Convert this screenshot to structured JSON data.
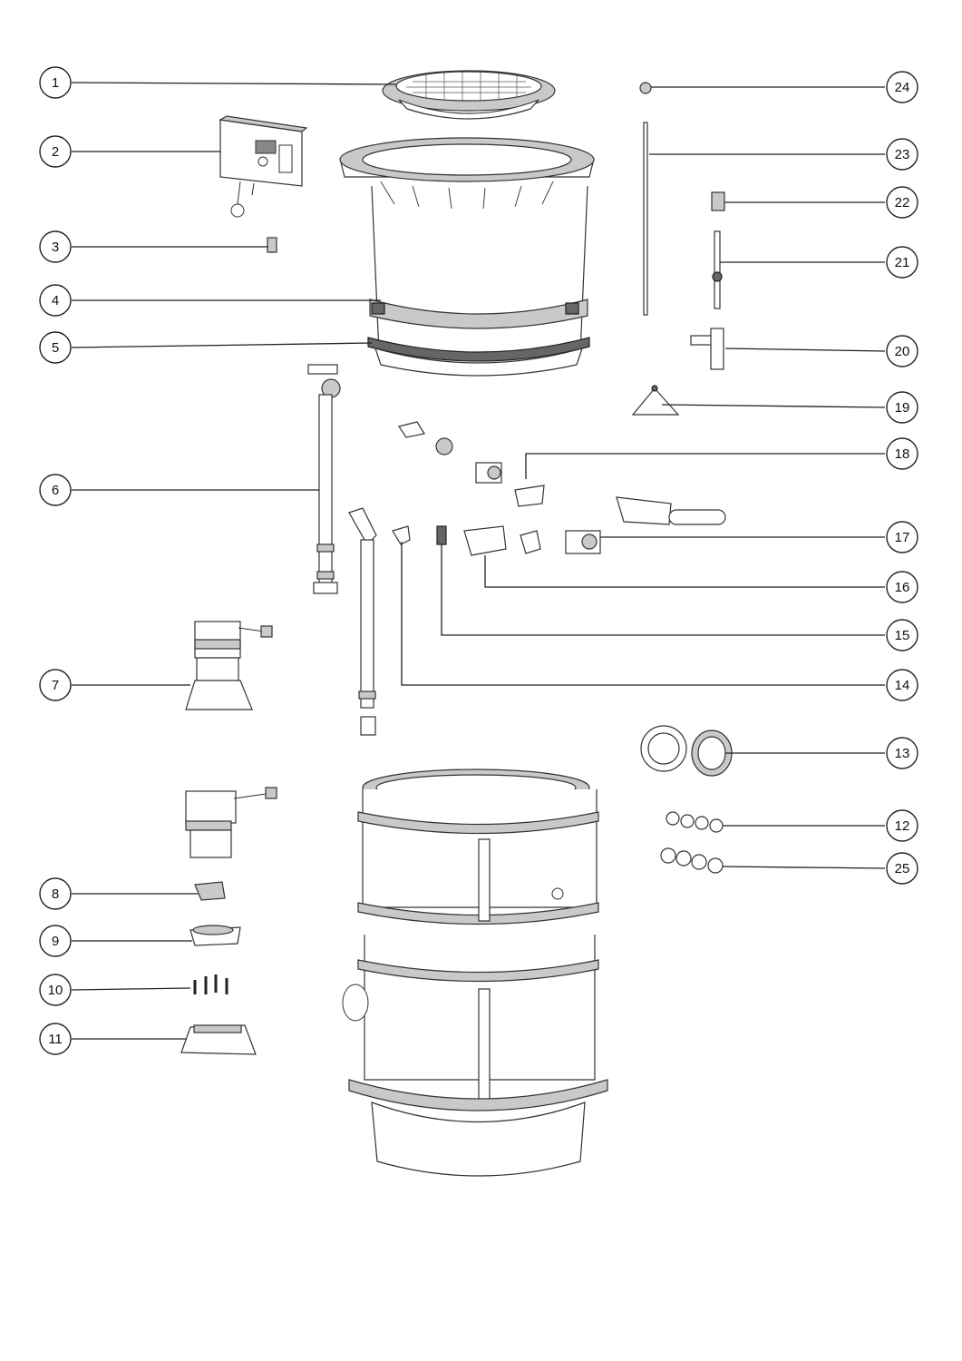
{
  "callouts": [
    {
      "num": "1"
    },
    {
      "num": "2"
    },
    {
      "num": "3"
    },
    {
      "num": "4"
    },
    {
      "num": "5"
    },
    {
      "num": "6"
    },
    {
      "num": "7"
    },
    {
      "num": "8"
    },
    {
      "num": "9"
    },
    {
      "num": "10"
    },
    {
      "num": "11"
    },
    {
      "num": "12"
    },
    {
      "num": "13"
    },
    {
      "num": "14"
    },
    {
      "num": "15"
    },
    {
      "num": "16"
    },
    {
      "num": "17"
    },
    {
      "num": "18"
    },
    {
      "num": "19"
    },
    {
      "num": "20"
    },
    {
      "num": "21"
    },
    {
      "num": "22"
    },
    {
      "num": "23"
    },
    {
      "num": "24"
    },
    {
      "num": "25"
    }
  ],
  "icons": {
    "cover_grate": "grate-cover-icon",
    "control_unit": "control-box-icon",
    "shaft": "shaft-cylinder-icon",
    "pump": "submersible-pump-icon"
  }
}
